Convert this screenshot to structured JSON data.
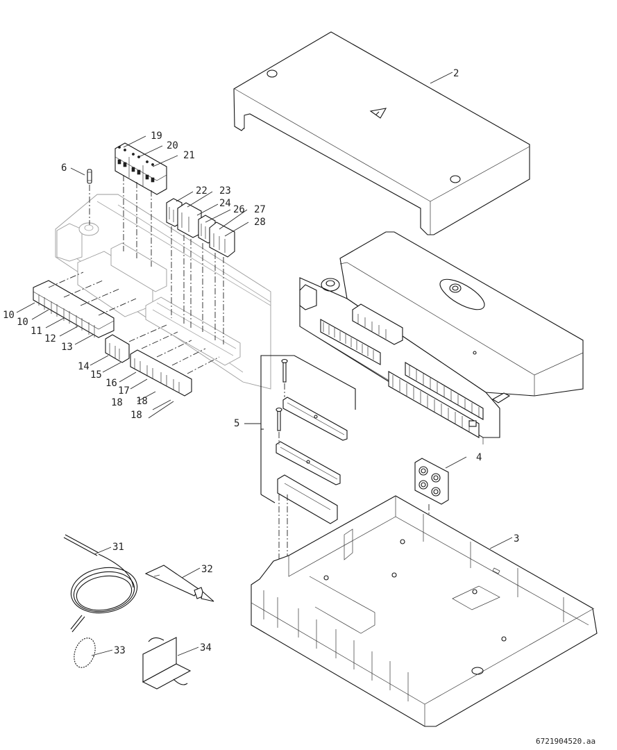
{
  "diagram": {
    "title": "Exploded view – control module parts",
    "document_id": "6721904520.aa",
    "callouts": [
      {
        "id": "c2",
        "label": "2",
        "part": "cover"
      },
      {
        "id": "c3",
        "label": "3",
        "part": "base-housing"
      },
      {
        "id": "c4",
        "label": "4",
        "part": "cable-grommet"
      },
      {
        "id": "c5",
        "label": "5",
        "part": "strain-relief-set"
      },
      {
        "id": "c6",
        "label": "6",
        "part": "fuse"
      },
      {
        "id": "c10a",
        "label": "10",
        "part": "terminal-plug"
      },
      {
        "id": "c10b",
        "label": "10",
        "part": "terminal-plug"
      },
      {
        "id": "c11",
        "label": "11",
        "part": "terminal-plug"
      },
      {
        "id": "c12",
        "label": "12",
        "part": "terminal-plug"
      },
      {
        "id": "c13",
        "label": "13",
        "part": "terminal-plug"
      },
      {
        "id": "c14",
        "label": "14",
        "part": "terminal-plug"
      },
      {
        "id": "c15",
        "label": "15",
        "part": "terminal-plug"
      },
      {
        "id": "c16",
        "label": "16",
        "part": "terminal-plug"
      },
      {
        "id": "c17",
        "label": "17",
        "part": "terminal-plug"
      },
      {
        "id": "c18a",
        "label": "18",
        "part": "terminal-plug"
      },
      {
        "id": "c18b",
        "label": "18",
        "part": "terminal-plug"
      },
      {
        "id": "c18c",
        "label": "18",
        "part": "terminal-plug"
      },
      {
        "id": "c19",
        "label": "19",
        "part": "terminal-plug"
      },
      {
        "id": "c20",
        "label": "20",
        "part": "terminal-plug"
      },
      {
        "id": "c21",
        "label": "21",
        "part": "terminal-plug"
      },
      {
        "id": "c22",
        "label": "22",
        "part": "terminal-plug"
      },
      {
        "id": "c23",
        "label": "23",
        "part": "terminal-plug"
      },
      {
        "id": "c24",
        "label": "24",
        "part": "terminal-plug"
      },
      {
        "id": "c26",
        "label": "26",
        "part": "terminal-plug"
      },
      {
        "id": "c27",
        "label": "27",
        "part": "terminal-plug"
      },
      {
        "id": "c28",
        "label": "28",
        "part": "terminal-plug"
      },
      {
        "id": "c31",
        "label": "31",
        "part": "temperature-sensor"
      },
      {
        "id": "c32",
        "label": "32",
        "part": "heat-conducting-paste"
      },
      {
        "id": "c33",
        "label": "33",
        "part": "hose-clamp"
      },
      {
        "id": "c34",
        "label": "34",
        "part": "insulating-tape"
      }
    ]
  }
}
